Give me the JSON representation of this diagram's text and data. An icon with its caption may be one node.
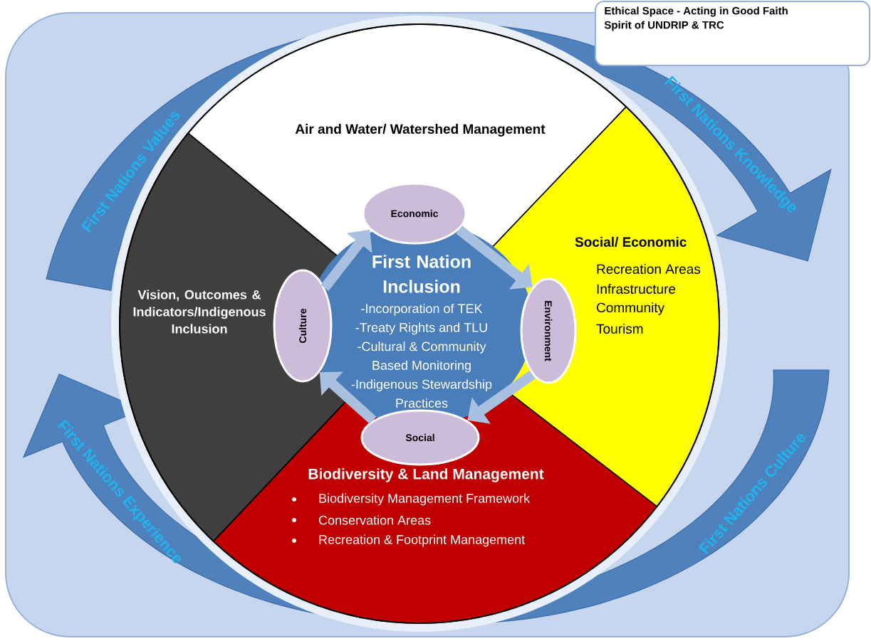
{
  "diagram": {
    "nodes": [
      {
        "text": [
          "Ethical Space - Acting in Good Faith",
          "Spirit of UNDRIP & TRC"
        ]
      },
      {
        "text": [
          "First Nations Values",
          "First Nations Knowledge"
        ]
      },
      {
        "text": [
          "Air and Water/ Watershed Management"
        ]
      },
      {
        "text": [
          "Economic"
        ]
      },
      {
        "text": [
          "Vision, Outcomes & Indicators/Indigenous Inclusion"
        ]
      },
      {
        "text": [
          "Culture"
        ]
      },
      {
        "text": [
          "First Nation Inclusion",
          "-Incorporation of TEK",
          "-Treaty Rights and TLU",
          "-Cultural & Community Based Monitoring",
          "-Indigenous Stewardship Practices"
        ]
      },
      {
        "text": [
          "Environment"
        ]
      },
      {
        "text": [
          "Social/ Economic",
          "Recreation Areas",
          "Infrastructure",
          "Community",
          "Tourism"
        ]
      },
      {
        "text": [
          "Social"
        ]
      },
      {
        "text": [
          "Biodiversity & Land Management",
          "Biodiversity Management Framework",
          "Conservation Areas",
          "Recreation & Footprint Management"
        ]
      },
      {
        "text": [
          "First Nations Culture",
          "First Nations Experience"
        ]
      }
    ],
    "edges": [
      {
        "from": 5,
        "to": 3,
        "arrow": "to"
      },
      {
        "from": 3,
        "to": 7,
        "arrow": "to"
      },
      {
        "from": 7,
        "to": 9,
        "arrow": "to"
      },
      {
        "from": 9,
        "to": 5,
        "arrow": "to"
      }
    ]
  }
}
